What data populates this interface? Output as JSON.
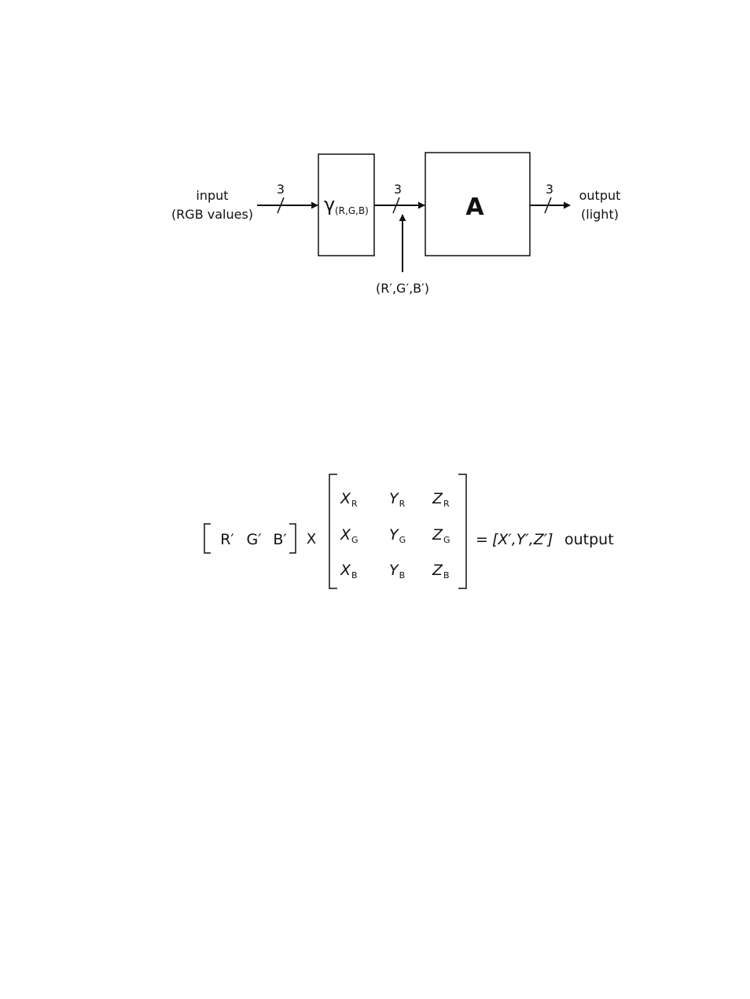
{
  "diagram": {
    "input_label_line1": "input",
    "input_label_line2": "(RGB values)",
    "channel_count_1": "3",
    "channel_count_2": "3",
    "channel_count_3": "3",
    "gamma_symbol": "γ",
    "gamma_subscript": "(R,G,B)",
    "matrix_block_label": "A",
    "output_label_line1": "output",
    "output_label_line2": "(light)",
    "intermediate_label": "(R′,G′,B′)"
  },
  "equation": {
    "row_vector": [
      "R′",
      "G′",
      "B′"
    ],
    "multiply_sign": "X",
    "matrix": [
      [
        {
          "letter": "X",
          "sub": "R"
        },
        {
          "letter": "Y",
          "sub": "R"
        },
        {
          "letter": "Z",
          "sub": "R"
        }
      ],
      [
        {
          "letter": "X",
          "sub": "G"
        },
        {
          "letter": "Y",
          "sub": "G"
        },
        {
          "letter": "Z",
          "sub": "G"
        }
      ],
      [
        {
          "letter": "X",
          "sub": "B"
        },
        {
          "letter": "Y",
          "sub": "B"
        },
        {
          "letter": "Z",
          "sub": "B"
        }
      ]
    ],
    "equals_sign": "=",
    "result": "[X′,Y′,Z′]",
    "result_suffix": "output"
  }
}
